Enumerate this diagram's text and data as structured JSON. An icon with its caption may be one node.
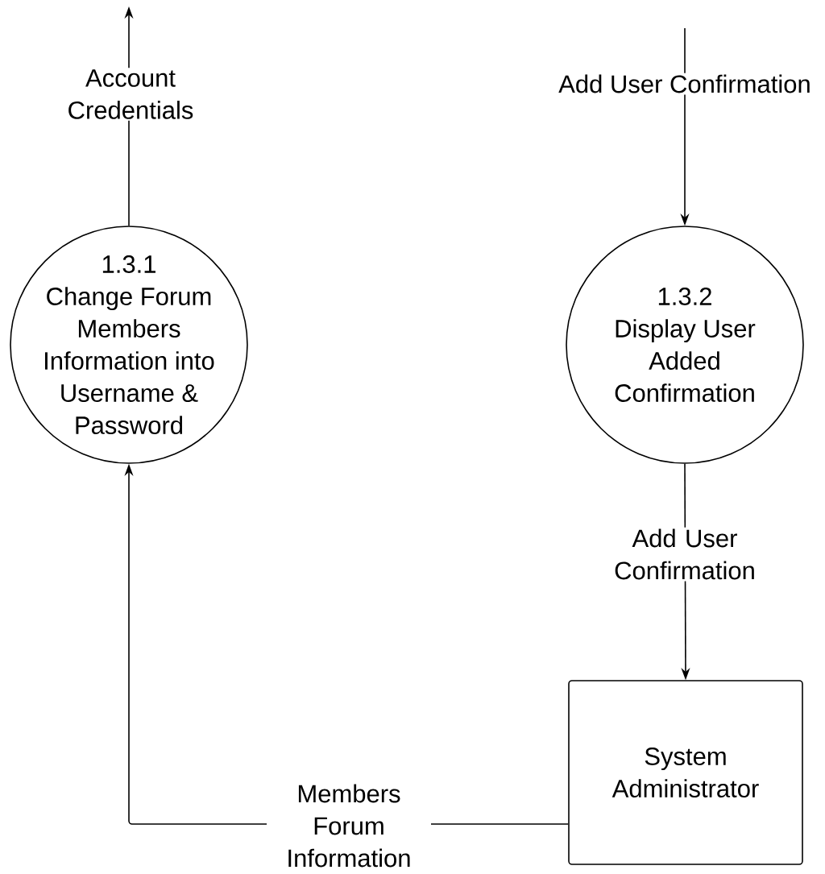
{
  "diagram": {
    "nodes": [
      {
        "text": [
          "1.3.1",
          "Change Forum Members Information into Username & Password"
        ]
      },
      {
        "text": [
          "1.3.2",
          "Display User Added Confirmation"
        ]
      },
      {
        "text": [
          "System Administrator"
        ]
      }
    ],
    "edges": [
      {
        "from": 0,
        "to": null,
        "arrow": "to",
        "label": "Account Credentials"
      },
      {
        "from": null,
        "to": 1,
        "arrow": "to",
        "label": "Add User Confirmation"
      },
      {
        "from": 1,
        "to": 2,
        "arrow": "to",
        "label": "Add User Confirmation"
      },
      {
        "from": 2,
        "to": 0,
        "arrow": "to",
        "label": "Members Forum Information"
      }
    ]
  }
}
